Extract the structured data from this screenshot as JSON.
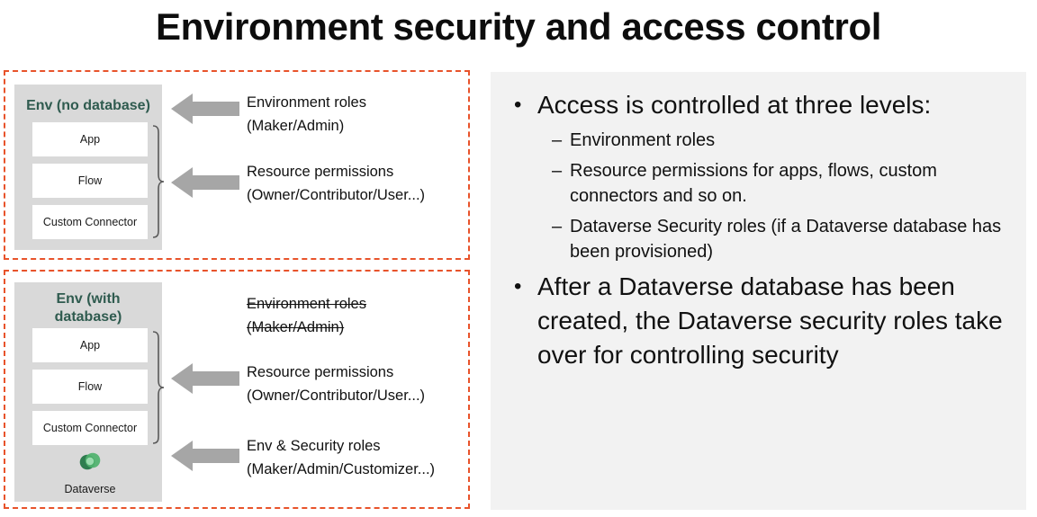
{
  "slide": {
    "title": "Environment security and access control"
  },
  "colors": {
    "dashed_border": "#E8532B",
    "env_box_fill": "#D9D9D9",
    "env_title_text": "#2F5B4F",
    "arrow_fill": "#A6A6A6",
    "right_panel_fill": "#F2F2F2",
    "dataverse_green_dark": "#2E7D4F",
    "dataverse_green_mid": "#4CAF6E",
    "dataverse_green_light": "#8BD3A0"
  },
  "diagram": {
    "panel_no_database": {
      "env_title": "Env (no database)",
      "resources": [
        {
          "name": "App"
        },
        {
          "name": "Flow"
        },
        {
          "name": "Custom Connector"
        }
      ],
      "callouts": [
        {
          "line1": "Environment roles",
          "line2": "(Maker/Admin)",
          "struck": false
        },
        {
          "line1": "Resource permissions",
          "line2": "(Owner/Contributor/User...)",
          "struck": false
        }
      ]
    },
    "panel_with_database": {
      "env_title_line1": "Env (with",
      "env_title_line2": "database)",
      "resources": [
        {
          "name": "App"
        },
        {
          "name": "Flow"
        },
        {
          "name": "Custom Connector"
        }
      ],
      "dataverse": {
        "icon": "dataverse-icon",
        "label": "Dataverse"
      },
      "callouts": [
        {
          "line1": "Environment roles",
          "line2": "(Maker/Admin)",
          "struck": true
        },
        {
          "line1": "Resource permissions",
          "line2": "(Owner/Contributor/User...)",
          "struck": false
        },
        {
          "line1": "Env & Security roles",
          "line2": "(Maker/Admin/Customizer...)",
          "struck": false
        }
      ]
    }
  },
  "content": {
    "bullet1": {
      "marker": "•",
      "text": "Access is controlled at three levels:",
      "sub_marker": "–",
      "sub_items": [
        "Environment roles",
        "Resource permissions for apps, flows, custom connectors and so on.",
        "Dataverse Security roles (if a Dataverse database has been provisioned)"
      ]
    },
    "bullet2": {
      "marker": "•",
      "text": "After a Dataverse database has been created, the Dataverse security roles take over for controlling security"
    }
  }
}
